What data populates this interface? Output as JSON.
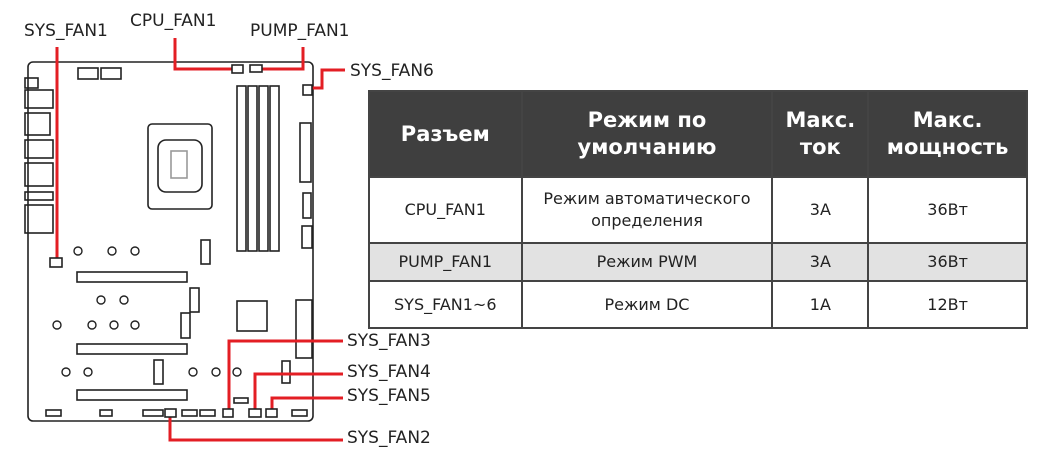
{
  "labels": {
    "sys_fan1": "SYS_FAN1",
    "cpu_fan1": "CPU_FAN1",
    "pump_fan1": "PUMP_FAN1",
    "sys_fan6": "SYS_FAN6",
    "sys_fan3": "SYS_FAN3",
    "sys_fan4": "SYS_FAN4",
    "sys_fan5": "SYS_FAN5",
    "sys_fan2": "SYS_FAN2"
  },
  "colors": {
    "leader": "#e31e24",
    "header_bg": "#3f3f3f",
    "alt_row": "#e2e2e2"
  },
  "table": {
    "headers": [
      "Разъем",
      "Режим по умолчанию",
      "Макс. ток",
      "Макс. мощность"
    ],
    "rows": [
      [
        "CPU_FAN1",
        "Режим автоматического определения",
        "3A",
        "36Вт"
      ],
      [
        "PUMP_FAN1",
        "Режим PWM",
        "3A",
        "36Вт"
      ],
      [
        "SYS_FAN1~6",
        "Режим DC",
        "1A",
        "12Вт"
      ]
    ]
  }
}
